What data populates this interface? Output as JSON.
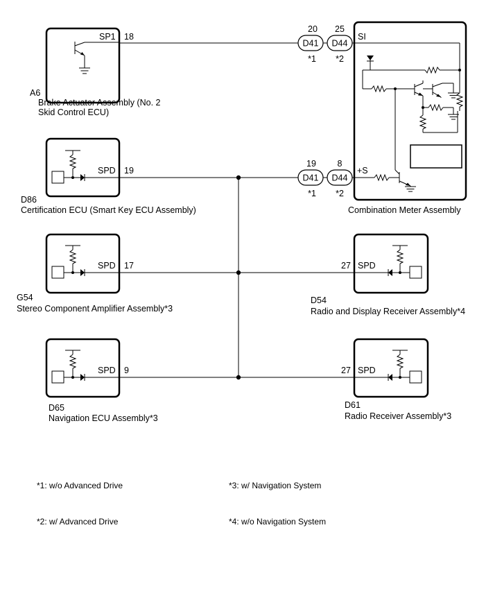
{
  "components": {
    "a6": {
      "code": "A6",
      "name_line1": "Brake Actuator Assembly (No. 2",
      "name_line2": "Skid Control ECU)",
      "terminal_name": "SP1",
      "terminal_pin": "18"
    },
    "d86": {
      "code": "D86",
      "name": "Certification ECU (Smart Key ECU Assembly)",
      "terminal_name": "SPD",
      "terminal_pin": "19"
    },
    "g54": {
      "code": "G54",
      "name": "Stereo Component Amplifier Assembly*3",
      "terminal_name": "SPD",
      "terminal_pin": "17"
    },
    "d65": {
      "code": "D65",
      "name": "Navigation ECU Assembly*3",
      "terminal_name": "SPD",
      "terminal_pin": "9"
    },
    "meter": {
      "name": "Combination Meter Assembly",
      "terminal_si": "SI",
      "terminal_s": "+S"
    },
    "d54": {
      "code": "D54",
      "name": "Radio and Display Receiver Assembly*4",
      "terminal_name": "SPD",
      "terminal_pin": "27"
    },
    "d61": {
      "code": "D61",
      "name": "Radio Receiver Assembly*3",
      "terminal_name": "SPD",
      "terminal_pin": "27"
    }
  },
  "connectors": {
    "upper": {
      "d41": {
        "label": "D41",
        "pin": "20",
        "note": "*1"
      },
      "d44": {
        "label": "D44",
        "pin": "25",
        "note": "*2"
      }
    },
    "lower": {
      "d41": {
        "label": "D41",
        "pin": "19",
        "note": "*1"
      },
      "d44": {
        "label": "D44",
        "pin": "8",
        "note": "*2"
      }
    }
  },
  "notes": [
    {
      "text": "*1: w/o Advanced Drive"
    },
    {
      "text": "*2: w/ Advanced Drive"
    },
    {
      "text": "*3: w/ Navigation System"
    },
    {
      "text": "*4: w/o Navigation System"
    }
  ]
}
